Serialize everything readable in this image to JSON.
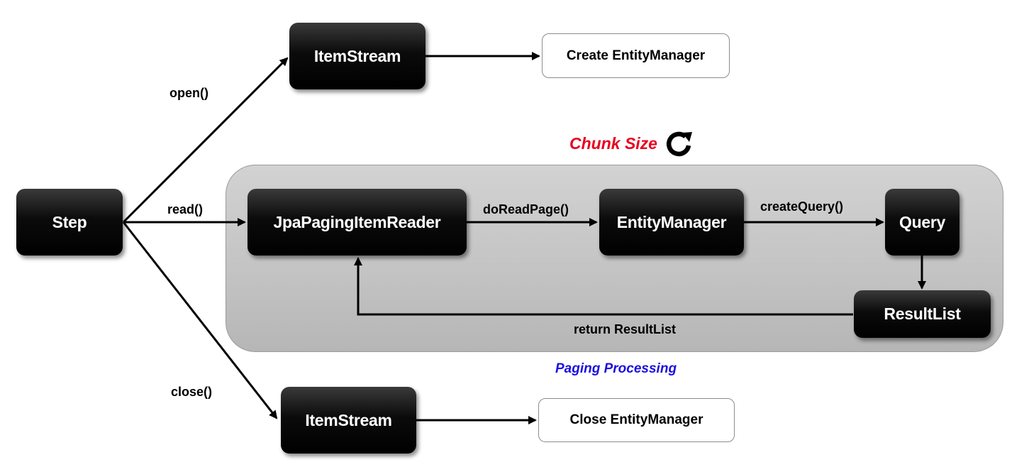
{
  "nodes": {
    "step": "Step",
    "itemstream_top": "ItemStream",
    "create_entity_manager": "Create  EntityManager",
    "jpa_reader": "JpaPagingItemReader",
    "entity_manager": "EntityManager",
    "query": "Query",
    "result_list": "ResultList",
    "itemstream_bottom": "ItemStream",
    "close_entity_manager": "Close  EntityManager"
  },
  "edge_labels": {
    "open": "open()",
    "read": "read()",
    "close": "close()",
    "do_read_page": "doReadPage()",
    "create_query": "createQuery()",
    "return_result_list": "return  ResultList"
  },
  "annotations": {
    "chunk_size": "Chunk Size",
    "paging_processing": "Paging Processing"
  },
  "colors": {
    "chunk_size": "#e8001e",
    "paging_processing": "#1a10e0",
    "node_fill": "#000000",
    "panel_fill": "#c8c8c8"
  },
  "icons": {
    "chunk_refresh": "refresh-icon"
  }
}
